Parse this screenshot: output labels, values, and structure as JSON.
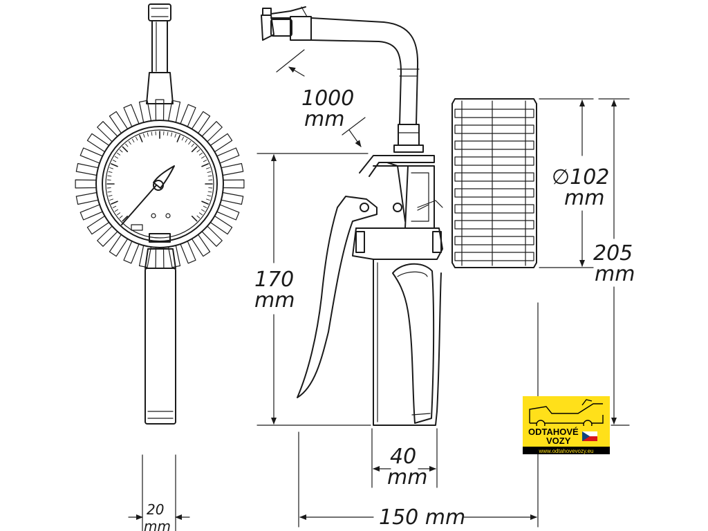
{
  "dimensions": {
    "hose_length": {
      "value": "1000",
      "unit": "mm"
    },
    "diameter": {
      "value": "∅102",
      "unit": "mm"
    },
    "overall_height": {
      "value": "205",
      "unit": "mm"
    },
    "grip_height": {
      "value": "170",
      "unit": "mm"
    },
    "grip_width": {
      "value": "40",
      "unit": "mm"
    },
    "overall_width": {
      "value": "150 mm"
    },
    "handle_width": {
      "value": "20",
      "unit": "mm"
    }
  },
  "logo": {
    "line1": "ODTAHOVÉ",
    "line2": "VOZY",
    "url": "www.odtahovevozy.eu",
    "background": "#ffe01a"
  },
  "colors": {
    "line": "#1a1a1a",
    "background": "#ffffff"
  }
}
